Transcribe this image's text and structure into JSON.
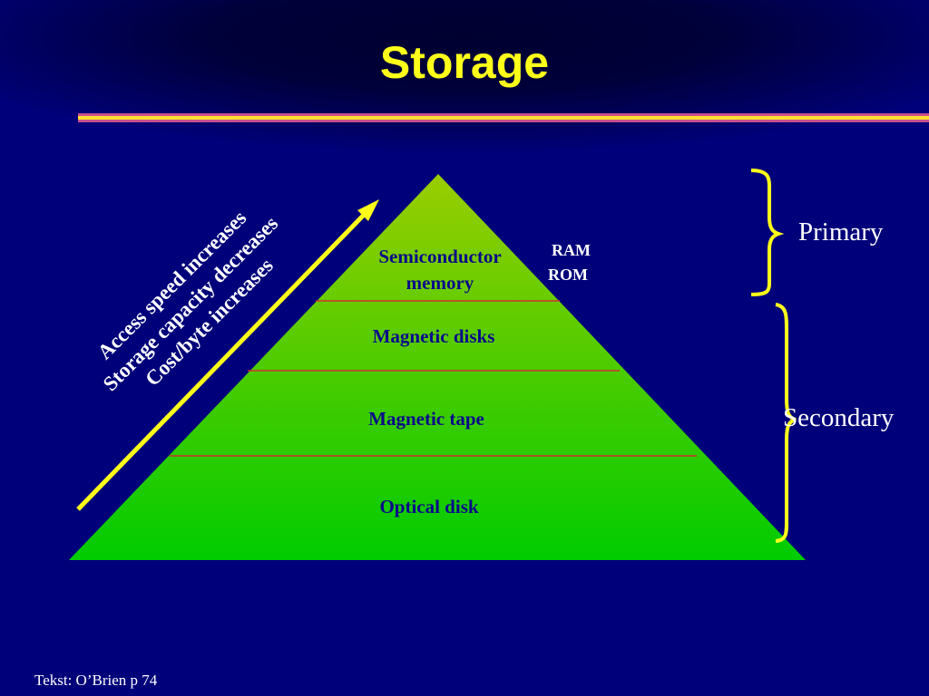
{
  "slide": {
    "title": "Storage",
    "footer": "Tekst: O’Brien p  74"
  },
  "pyramid": {
    "layers": [
      "Semiconductor memory",
      "Magnetic disks",
      "Magnetic tape",
      "Optical disk"
    ],
    "layer_1_line1": "Semiconductor",
    "layer_1_line2": "memory"
  },
  "memory_types": {
    "ram": "RAM",
    "rom": "ROM"
  },
  "arrow_labels": {
    "line1": "Access speed increases",
    "line2": "Storage capacity decreases",
    "line3": "Cost/byte increases"
  },
  "groups": {
    "primary": "Primary",
    "secondary": "Secondary"
  },
  "colors": {
    "background": "#00007a",
    "title": "#ffff1a",
    "pyramid_top": "#9acd00",
    "pyramid_bottom": "#00cc00",
    "divider": "#d03030",
    "arrow": "#ffff1a",
    "brace": "#ffff1a",
    "label_text": "#0a0a8a"
  }
}
